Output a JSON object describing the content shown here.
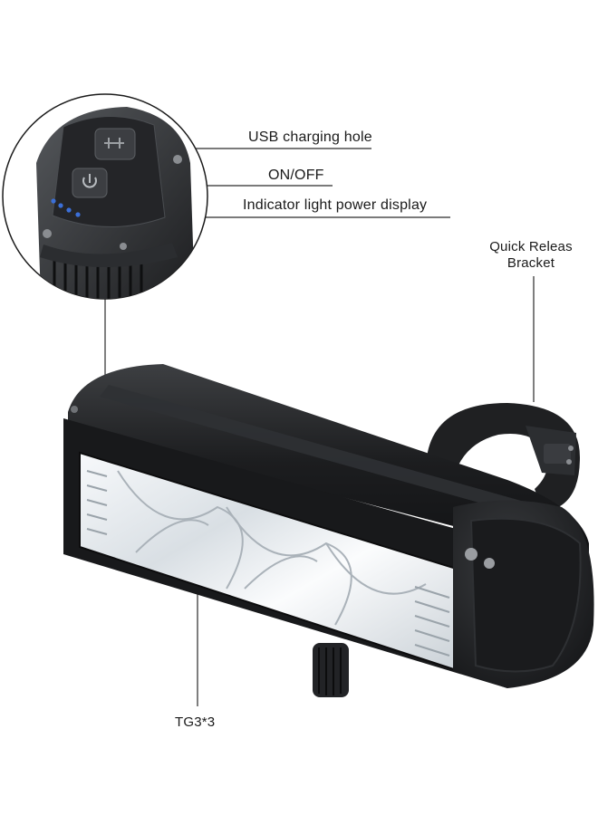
{
  "labels": {
    "usb_charging": "USB charging hole",
    "on_off": "ON/OFF",
    "indicator": "Indicator light power display",
    "quick_release": "Quick Releas Bracket",
    "led": "TG3*3"
  },
  "colors": {
    "body": "#1e1f21",
    "body_highlight": "#3a3c3f",
    "lens": "#e9eef2",
    "indicator_led": "#3b6fd8",
    "leader_line": "#2a2a2a"
  },
  "icons": [
    "usb-icon",
    "power-icon"
  ],
  "indicator_leds": 4
}
